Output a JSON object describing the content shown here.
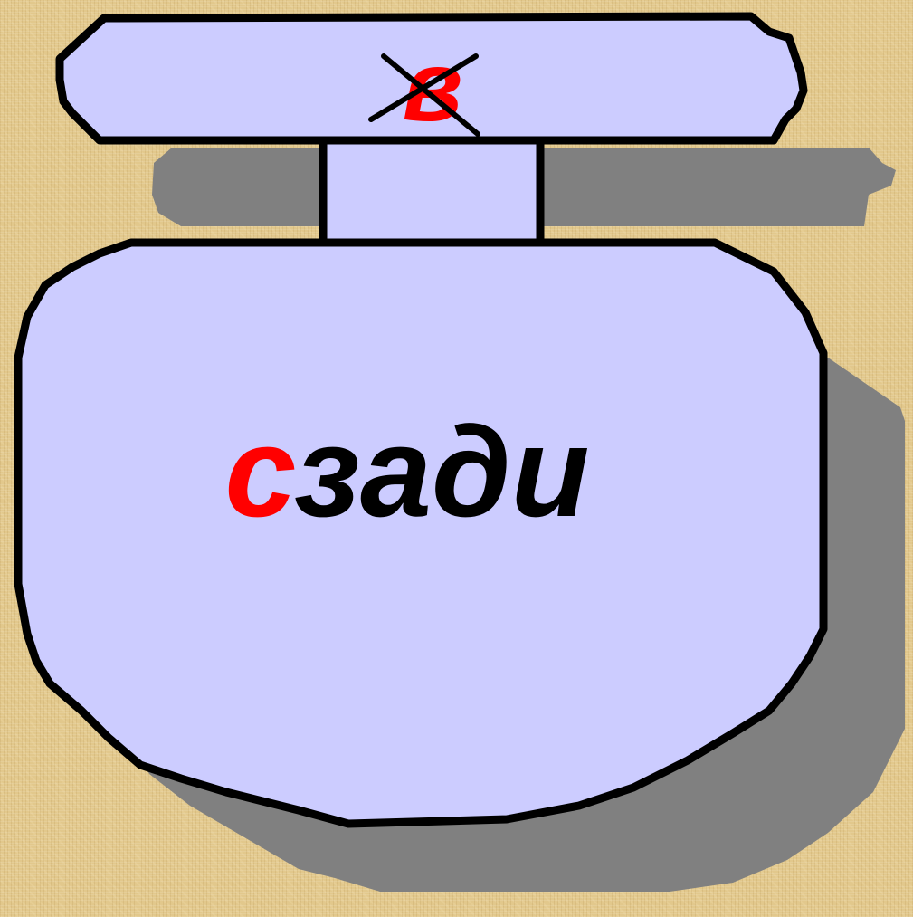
{
  "sign": {
    "top_letter": "в",
    "top_letter_struck": true,
    "word_first_letter": "с",
    "word_rest": "зади"
  },
  "colors": {
    "background": "#e2c88c",
    "plate_fill": "#ccccff",
    "outline": "#000000",
    "shadow": "#808080",
    "highlight_letter": "#ff0000",
    "word_text": "#000000"
  }
}
